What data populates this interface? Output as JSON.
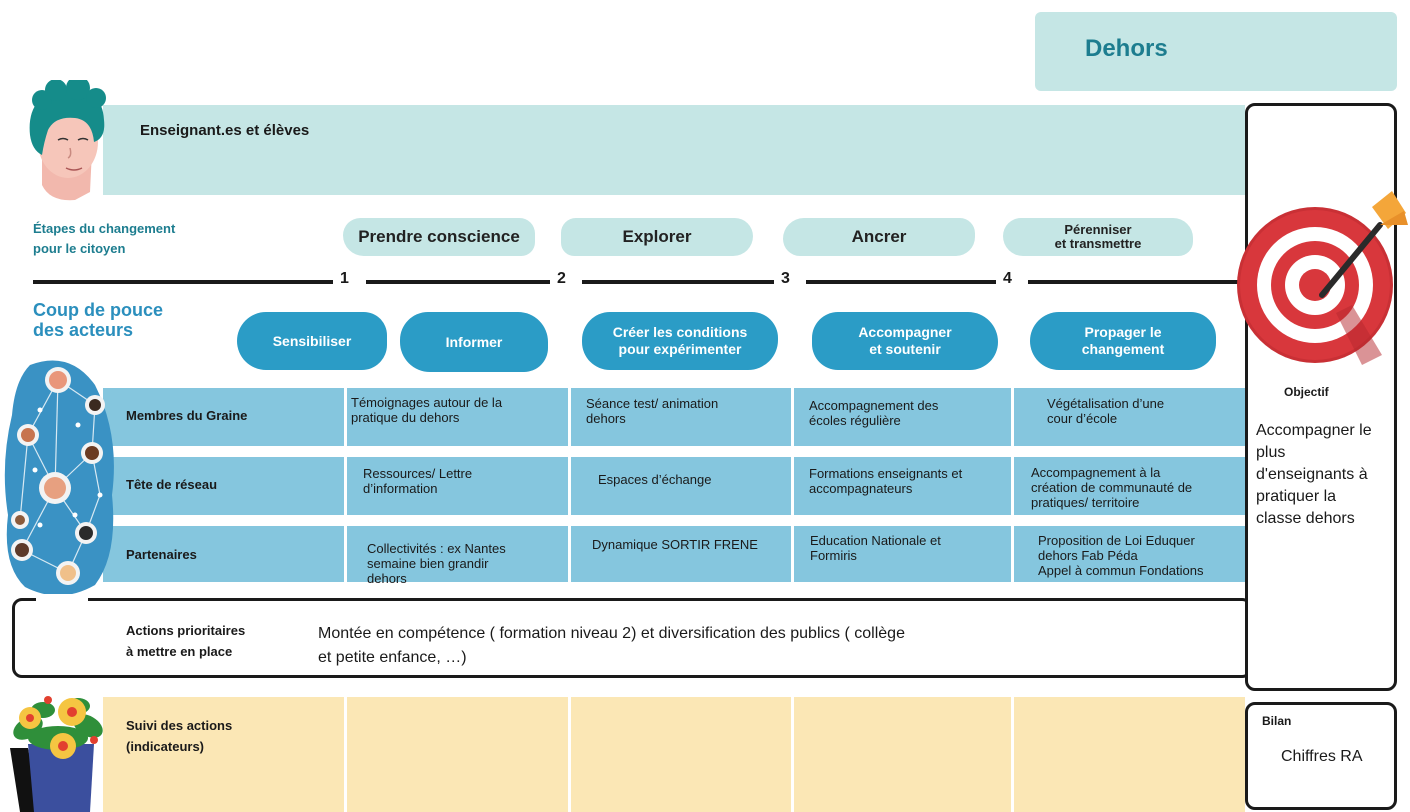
{
  "title": "Dehors",
  "public_label": "Enseignant.es et élèves",
  "etapes_label": [
    "Étapes du changement",
    "pour le citoyen"
  ],
  "stages": [
    "Prendre conscience",
    "Explorer",
    "Ancrer",
    "Pérenniser et transmettre"
  ],
  "stage_4_lines": [
    "Pérenniser",
    "et transmettre"
  ],
  "stage_numbers": [
    "1",
    "2",
    "3",
    "4"
  ],
  "coup_label": [
    "Coup de pouce",
    "des acteurs"
  ],
  "levers": {
    "sensibiliser": "Sensibiliser",
    "informer": "Informer",
    "creer": [
      "Créer les conditions",
      "pour expérimenter"
    ],
    "accompagner": [
      "Accompagner",
      "et soutenir"
    ],
    "propager": [
      "Propager le",
      "changement"
    ]
  },
  "rows": [
    {
      "label": "Membres du Graine",
      "cells": [
        [
          "Témoignages autour de la",
          "pratique du dehors"
        ],
        [
          "Séance test/ animation",
          "dehors"
        ],
        [
          "Accompagnement des",
          "écoles régulière"
        ],
        [
          "Végétalisation d’une",
          "cour d’école"
        ]
      ]
    },
    {
      "label": "Tête de réseau",
      "cells": [
        [
          "Ressources/ Lettre",
          "d’information"
        ],
        [
          "Espaces d’échange"
        ],
        [
          "Formations enseignants et",
          "accompagnateurs"
        ],
        [
          "Accompagnement à la",
          "création de communauté de",
          "pratiques/ territoire"
        ]
      ]
    },
    {
      "label": "Partenaires",
      "cells": [
        [
          "Collectivités : ex Nantes",
          "semaine bien grandir",
          "dehors"
        ],
        [
          "Dynamique SORTIR FRENE"
        ],
        [
          "Education Nationale et",
          "Formiris"
        ],
        [
          "Proposition de Loi Eduquer",
          "dehors Fab Péda",
          "Appel à commun Fondations"
        ]
      ]
    }
  ],
  "actions_label": [
    "Actions prioritaires",
    "à mettre en place"
  ],
  "actions_text": [
    "Montée en compétence ( formation niveau 2) et diversification des publics ( collège",
    "et petite enfance, …)"
  ],
  "suivi_label": [
    "Suivi des actions",
    "(indicateurs)"
  ],
  "objectif_label": "Objectif",
  "objectif_text": [
    "Accompagner le",
    "plus",
    "d'enseignants à",
    "pratiquer la",
    "classe dehors"
  ],
  "bilan_label": "Bilan",
  "bilan_text": "Chiffres RA",
  "colors": {
    "teal_light": "#c5e6e5",
    "teal_dark": "#1d7d8f",
    "blue_pill": "#2b9cc6",
    "row_blue": "#85c6de",
    "suivi_yellow": "#fbe7b5",
    "target_red": "#d8373c"
  },
  "icons": [
    "person-avatar-icon",
    "network-people-icon",
    "target-arrow-icon",
    "flower-pot-icon"
  ]
}
